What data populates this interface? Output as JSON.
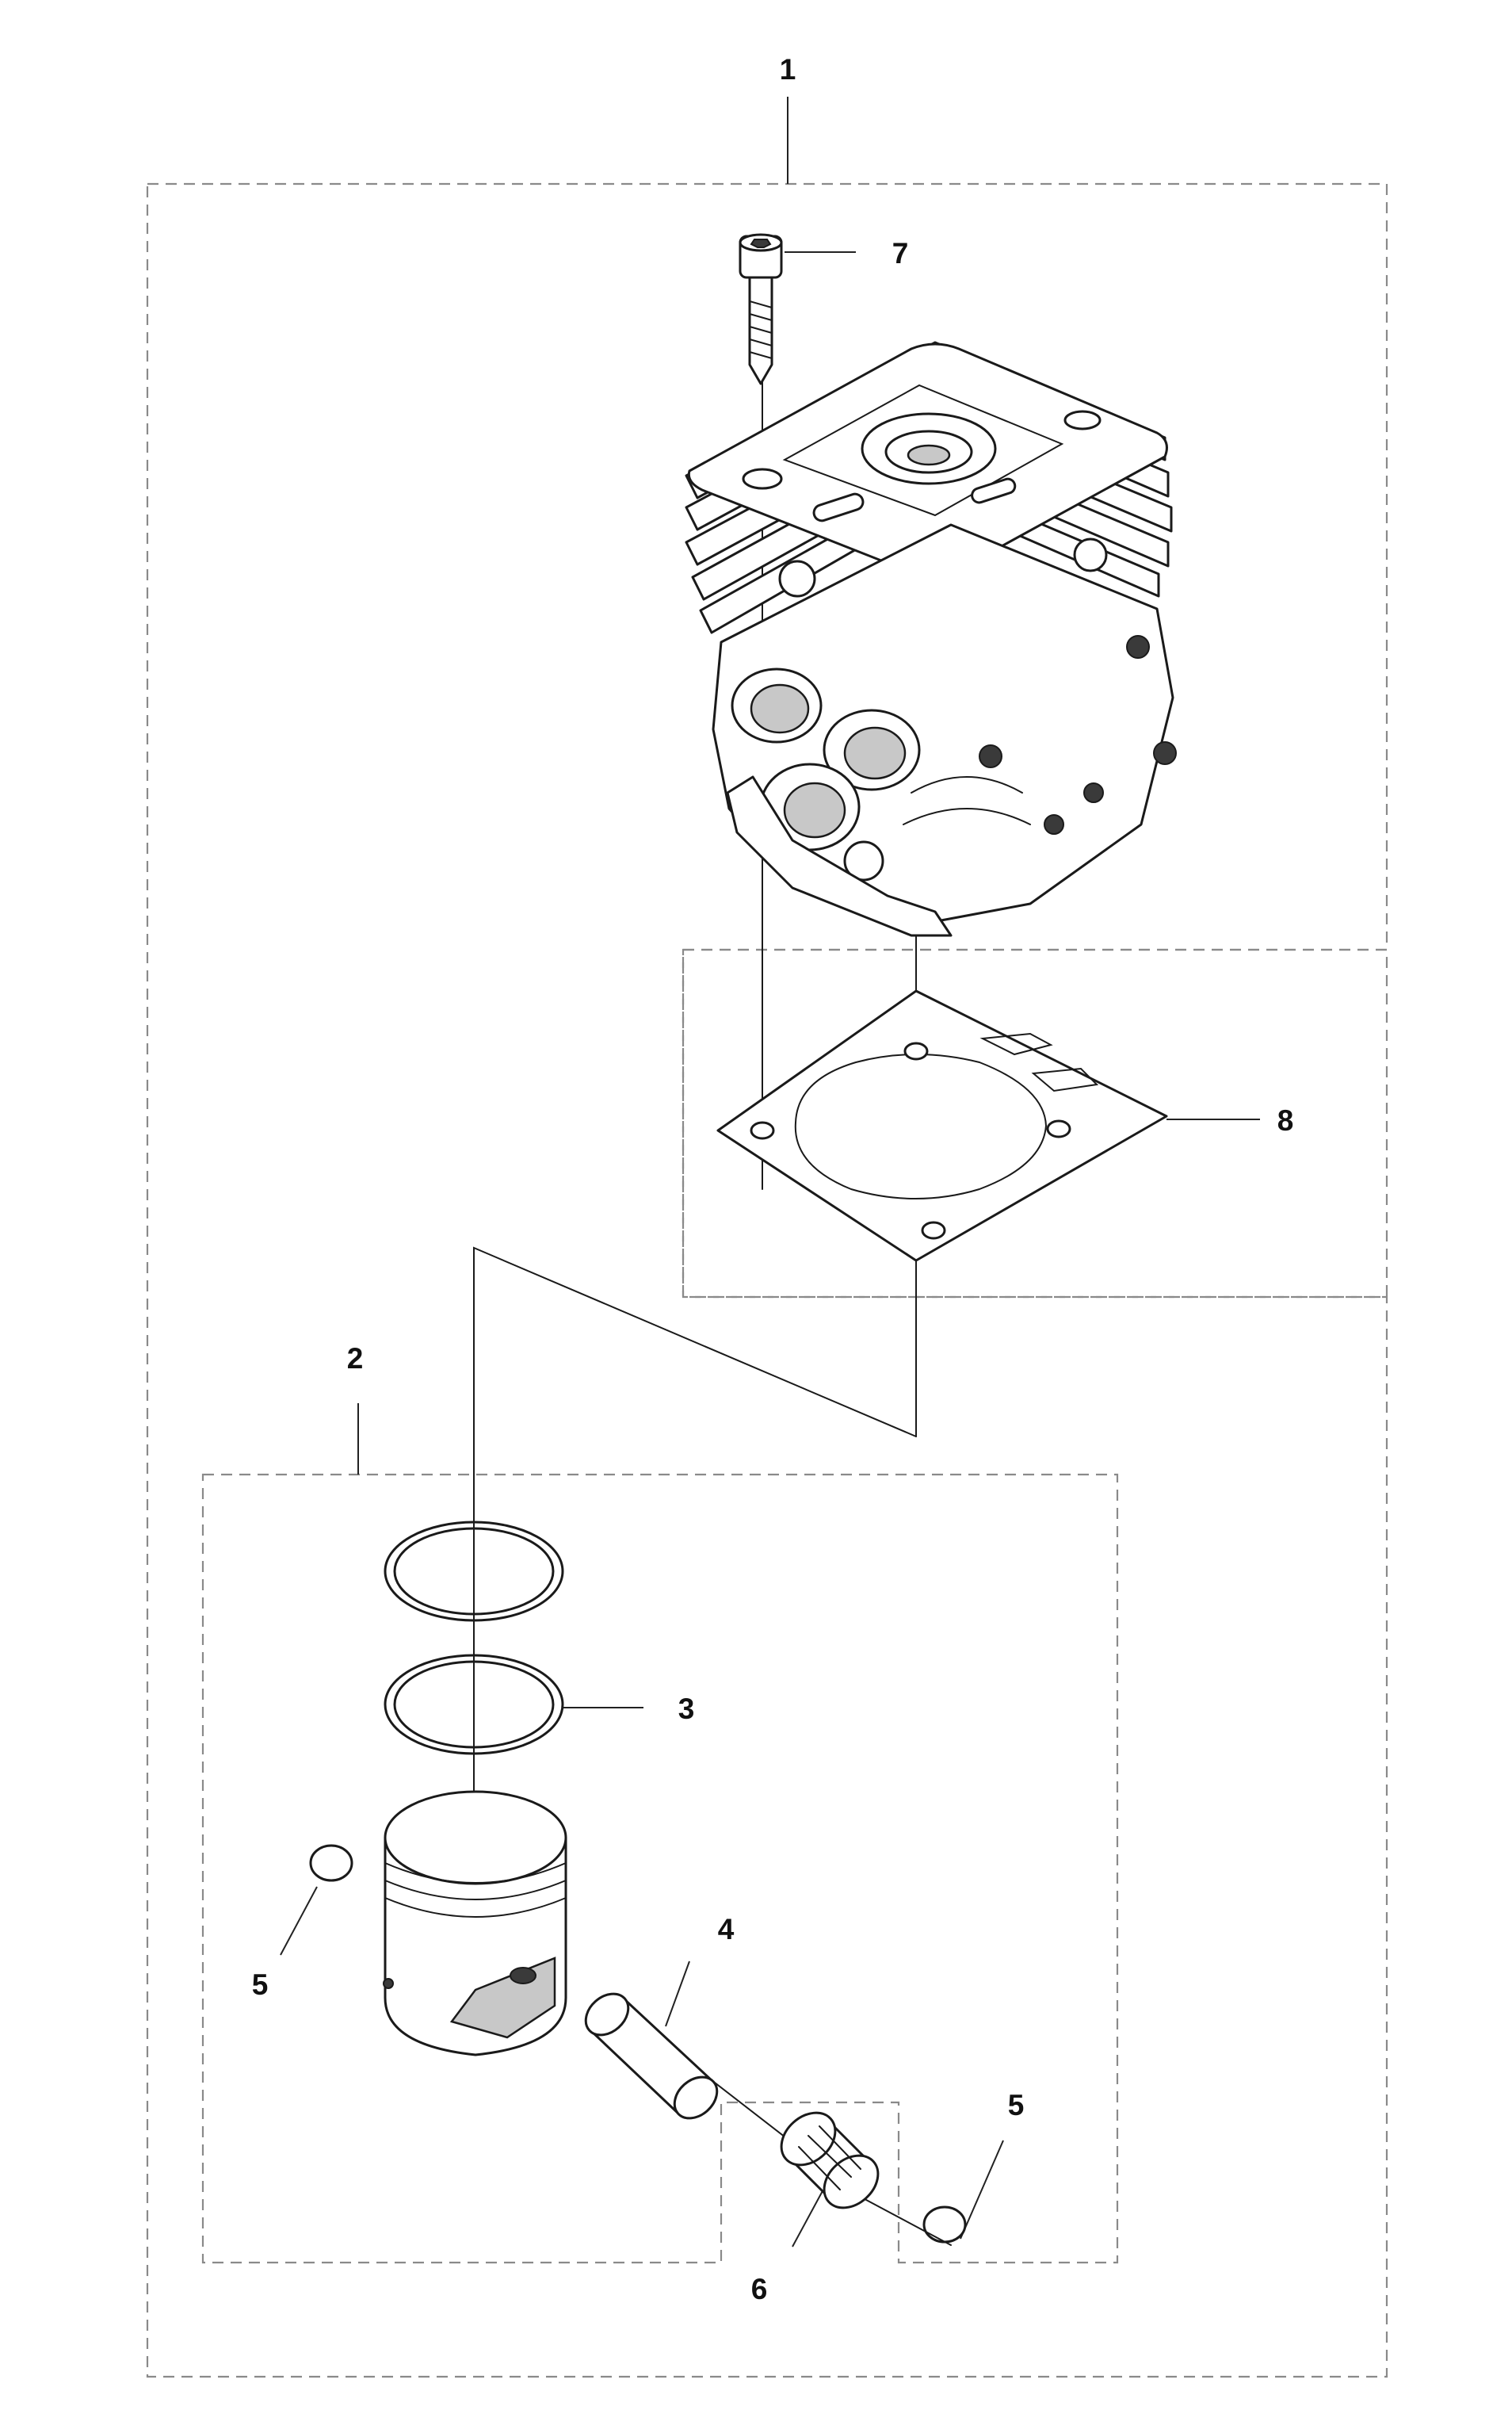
{
  "callouts": {
    "c1": "1",
    "c2": "2",
    "c3": "3",
    "c4": "4",
    "c5a": "5",
    "c5b": "5",
    "c6": "6",
    "c7": "7",
    "c8": "8"
  },
  "colors": {
    "line": "#1a1a1a",
    "dashed_border": "#8a8a8a",
    "background": "#ffffff"
  }
}
